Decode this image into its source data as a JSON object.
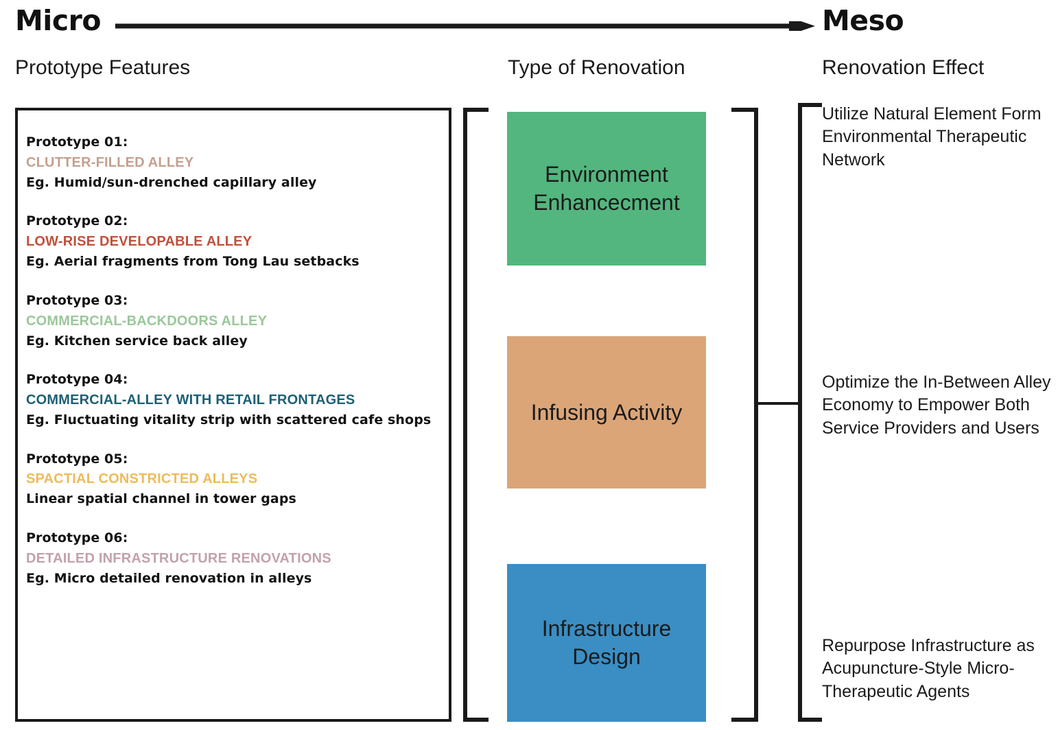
{
  "scale": {
    "left_label": "Micro",
    "right_label": "Meso",
    "arrow_icon": "right-arrow-icon"
  },
  "columns": {
    "prototype_title": "Prototype Features",
    "renovation_title": "Type of Renovation",
    "effect_title": "Renovation Effect"
  },
  "prototypes": [
    {
      "head": "Prototype 01:",
      "type": "CLUTTER-FILLED ALLEY",
      "type_color": "#c4a090",
      "eg": "Eg. Humid/sun-drenched capillary alley"
    },
    {
      "head": "Prototype 02:",
      "type": "LOW-RISE DEVELOPABLE ALLEY",
      "type_color": "#c0503c",
      "eg": "Eg. Aerial fragments from Tong Lau setbacks"
    },
    {
      "head": "Prototype 03:",
      "type": "COMMERCIAL-BACKDOORS ALLEY",
      "type_color": "#9bc79a",
      "eg": "Eg. Kitchen service back alley"
    },
    {
      "head": "Prototype 04:",
      "type": "COMMERCIAL-ALLEY WITH RETAIL FRONTAGES",
      "type_color": "#1d6076",
      "eg": "Eg. Fluctuating vitality strip with scattered cafe shops"
    },
    {
      "head": "Prototype 05:",
      "type": "SPACTIAL CONSTRICTED ALLEYS",
      "type_color": "#edbb5a",
      "eg": "Linear spatial channel in tower gaps"
    },
    {
      "head": "Prototype 06:",
      "type": "DETAILED INFRASTRUCTURE RENOVATIONS",
      "type_color": "#c2a1ad",
      "eg": "Eg. Micro detailed renovation in alleys"
    }
  ],
  "renovation_types": [
    {
      "label": "Environment Enhancecment",
      "color": "#53b67e"
    },
    {
      "label": "Infusing Activity",
      "color": "#dba577"
    },
    {
      "label": "Infrastructure Design",
      "color": "#3a8ec4"
    }
  ],
  "renovation_effects": [
    "Utilize Natural Element Form Environmental Therapeutic Network",
    "Optimize the In-Between Alley Economy to Empower Both Service Providers and Users",
    "Repurpose Infrastructure as Acupuncture-Style Micro-Therapeutic Agents"
  ],
  "colors": {
    "stroke": "#1a1a1a",
    "background": "#ffffff"
  }
}
